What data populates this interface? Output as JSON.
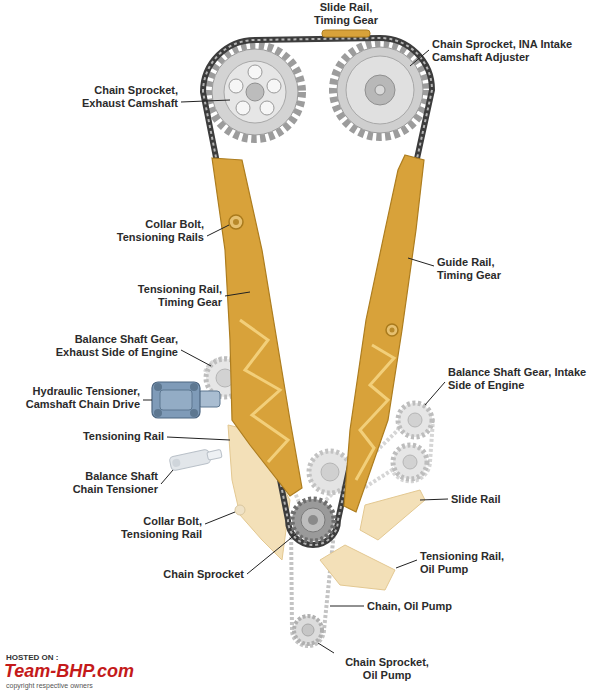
{
  "diagram": {
    "labels": [
      "Slide Rail, Timing Gear",
      "Chain Sprocket, INA Intake Camshaft Adjuster",
      "Chain Sprocket, Exhaust Camshaft",
      "Collar Bolt, Tensioning Rails",
      "Guide Rail, Timing Gear",
      "Tensioning Rail, Timing Gear",
      "Balance Shaft Gear, Exhaust Side of Engine",
      "Balance Shaft Gear, Intake Side of Engine",
      "Hydraulic Tensioner, Camshaft Chain Drive",
      "Tensioning Rail",
      "Balance Shaft Chain Tensioner",
      "Slide Rail",
      "Collar Bolt, Tensioning Rail",
      "Chain Sprocket",
      "Tensioning Rail, Oil Pump",
      "Chain, Oil Pump",
      "Chain Sprocket, Oil Pump",
      "HOSTED ON :",
      "Team-BHP.com",
      "copyright respective owners"
    ]
  }
}
